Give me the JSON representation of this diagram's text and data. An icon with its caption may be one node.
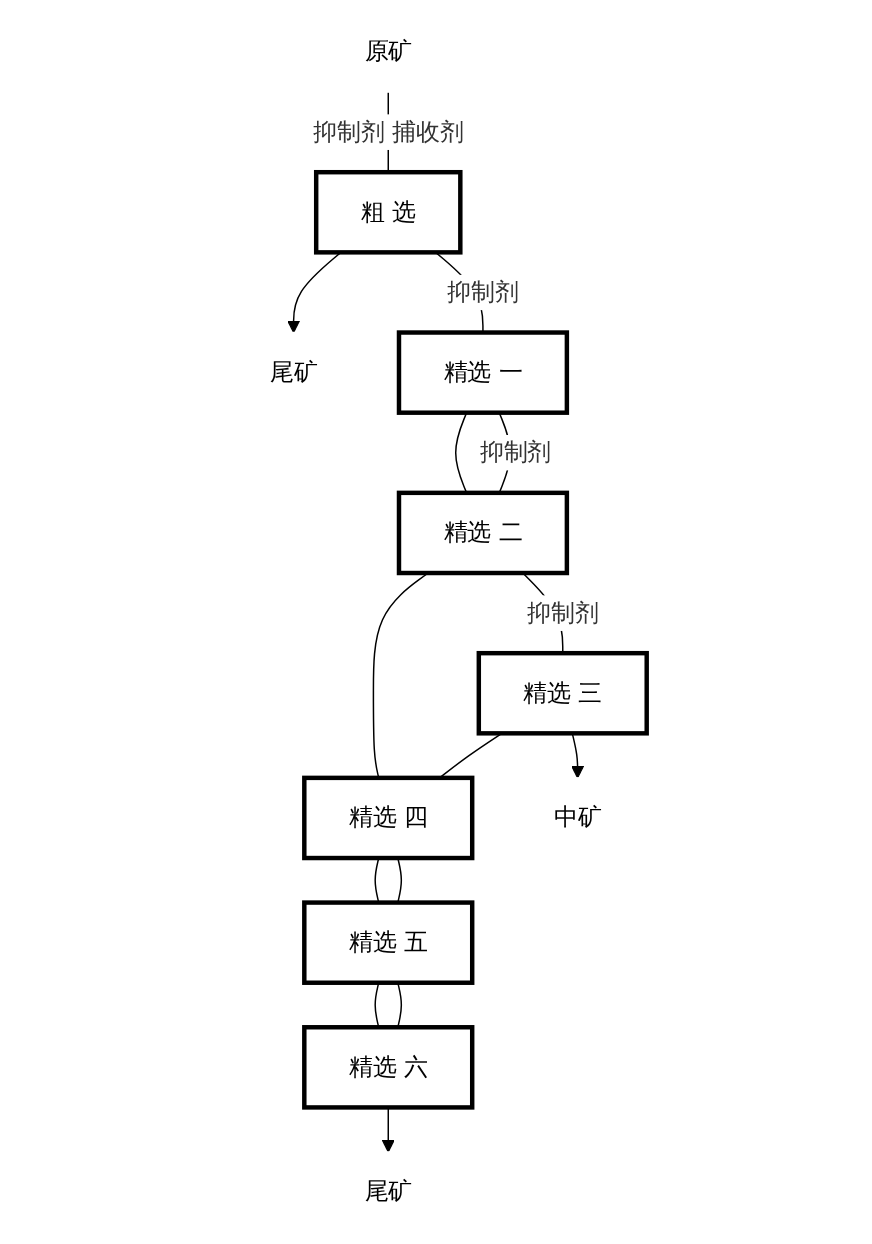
{
  "diagram": {
    "nodes": [
      {
        "text": [
          "原矿"
        ]
      },
      {
        "text": [
          "粗 选"
        ]
      },
      {
        "text": [
          "尾矿"
        ]
      },
      {
        "text": [
          "精选 一"
        ]
      },
      {
        "text": [
          "精选 二"
        ]
      },
      {
        "text": [
          "精选 三"
        ]
      },
      {
        "text": [
          "精选 四"
        ]
      },
      {
        "text": [
          "精选 五"
        ]
      },
      {
        "text": [
          "精选 六"
        ]
      },
      {
        "text": [
          "中矿"
        ]
      },
      {
        "text": [
          "尾矿"
        ]
      }
    ],
    "edges": [
      {
        "from": 0,
        "to": 1,
        "arrow": "none",
        "label": "抑制剂 捕收剂"
      },
      {
        "from": 1,
        "to": 2,
        "arrow": "to"
      },
      {
        "from": 1,
        "to": 3,
        "arrow": "none",
        "label": "抑制剂"
      },
      {
        "from": 3,
        "to": 4,
        "arrow": "none",
        "label": "抑制剂"
      },
      {
        "from": 4,
        "to": 5,
        "arrow": "none",
        "label": "抑制剂"
      },
      {
        "from": 5,
        "to": 6,
        "arrow": "none"
      },
      {
        "from": 6,
        "to": 7,
        "arrow": "none"
      },
      {
        "from": 7,
        "to": 8,
        "arrow": "none"
      },
      {
        "from": 8,
        "to": 10,
        "arrow": "to"
      },
      {
        "from": 5,
        "to": 9,
        "arrow": "to"
      },
      {
        "from": 8,
        "to": 7,
        "arrow": "none"
      },
      {
        "from": 7,
        "to": 6,
        "arrow": "none"
      },
      {
        "from": 6,
        "to": 4,
        "arrow": "none"
      },
      {
        "from": 4,
        "to": 3,
        "arrow": "none"
      }
    ]
  }
}
